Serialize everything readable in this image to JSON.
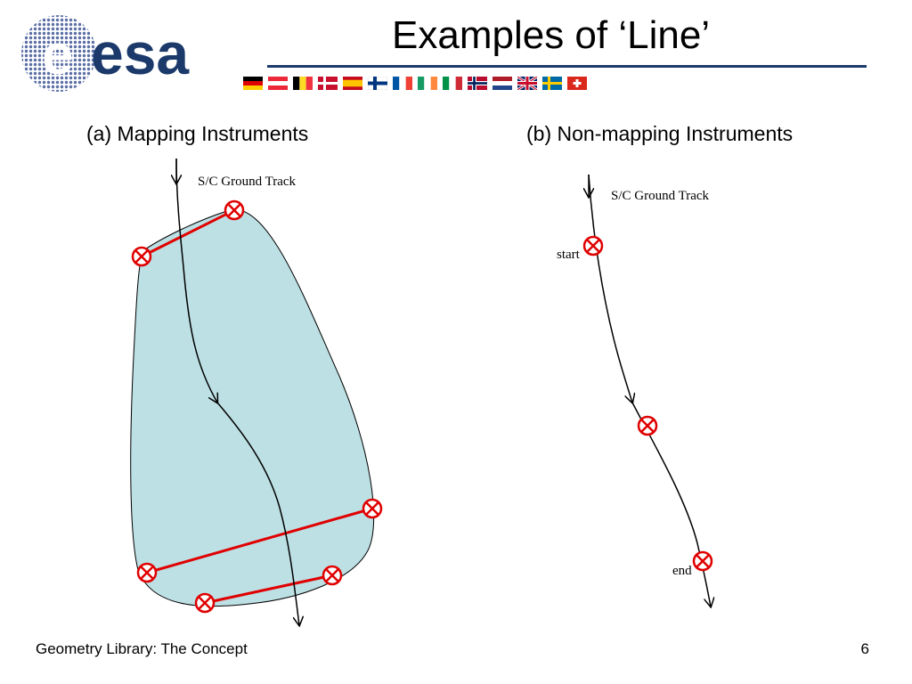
{
  "header": {
    "logo_text": "esa",
    "title": "Examples of ‘Line’",
    "flags": [
      "germany",
      "austria",
      "belgium",
      "denmark",
      "spain",
      "finland",
      "france",
      "ireland",
      "italy",
      "norway",
      "netherlands",
      "united-kingdom",
      "sweden",
      "switzerland"
    ]
  },
  "panel_a": {
    "subtitle": "(a) Mapping Instruments",
    "track_label": "S/C Ground Track",
    "footprint_color": "#bde0e4",
    "line_color": "#e00000"
  },
  "panel_b": {
    "subtitle": "(b) Non-mapping Instruments",
    "track_label": "S/C Ground Track",
    "start_label": "start",
    "end_label": "end"
  },
  "footer": {
    "left": "Geometry Library: The Concept",
    "page_number": "6"
  },
  "icons": {
    "point_marker": "circled-x-icon",
    "track_arrow": "arrowhead-icon"
  }
}
